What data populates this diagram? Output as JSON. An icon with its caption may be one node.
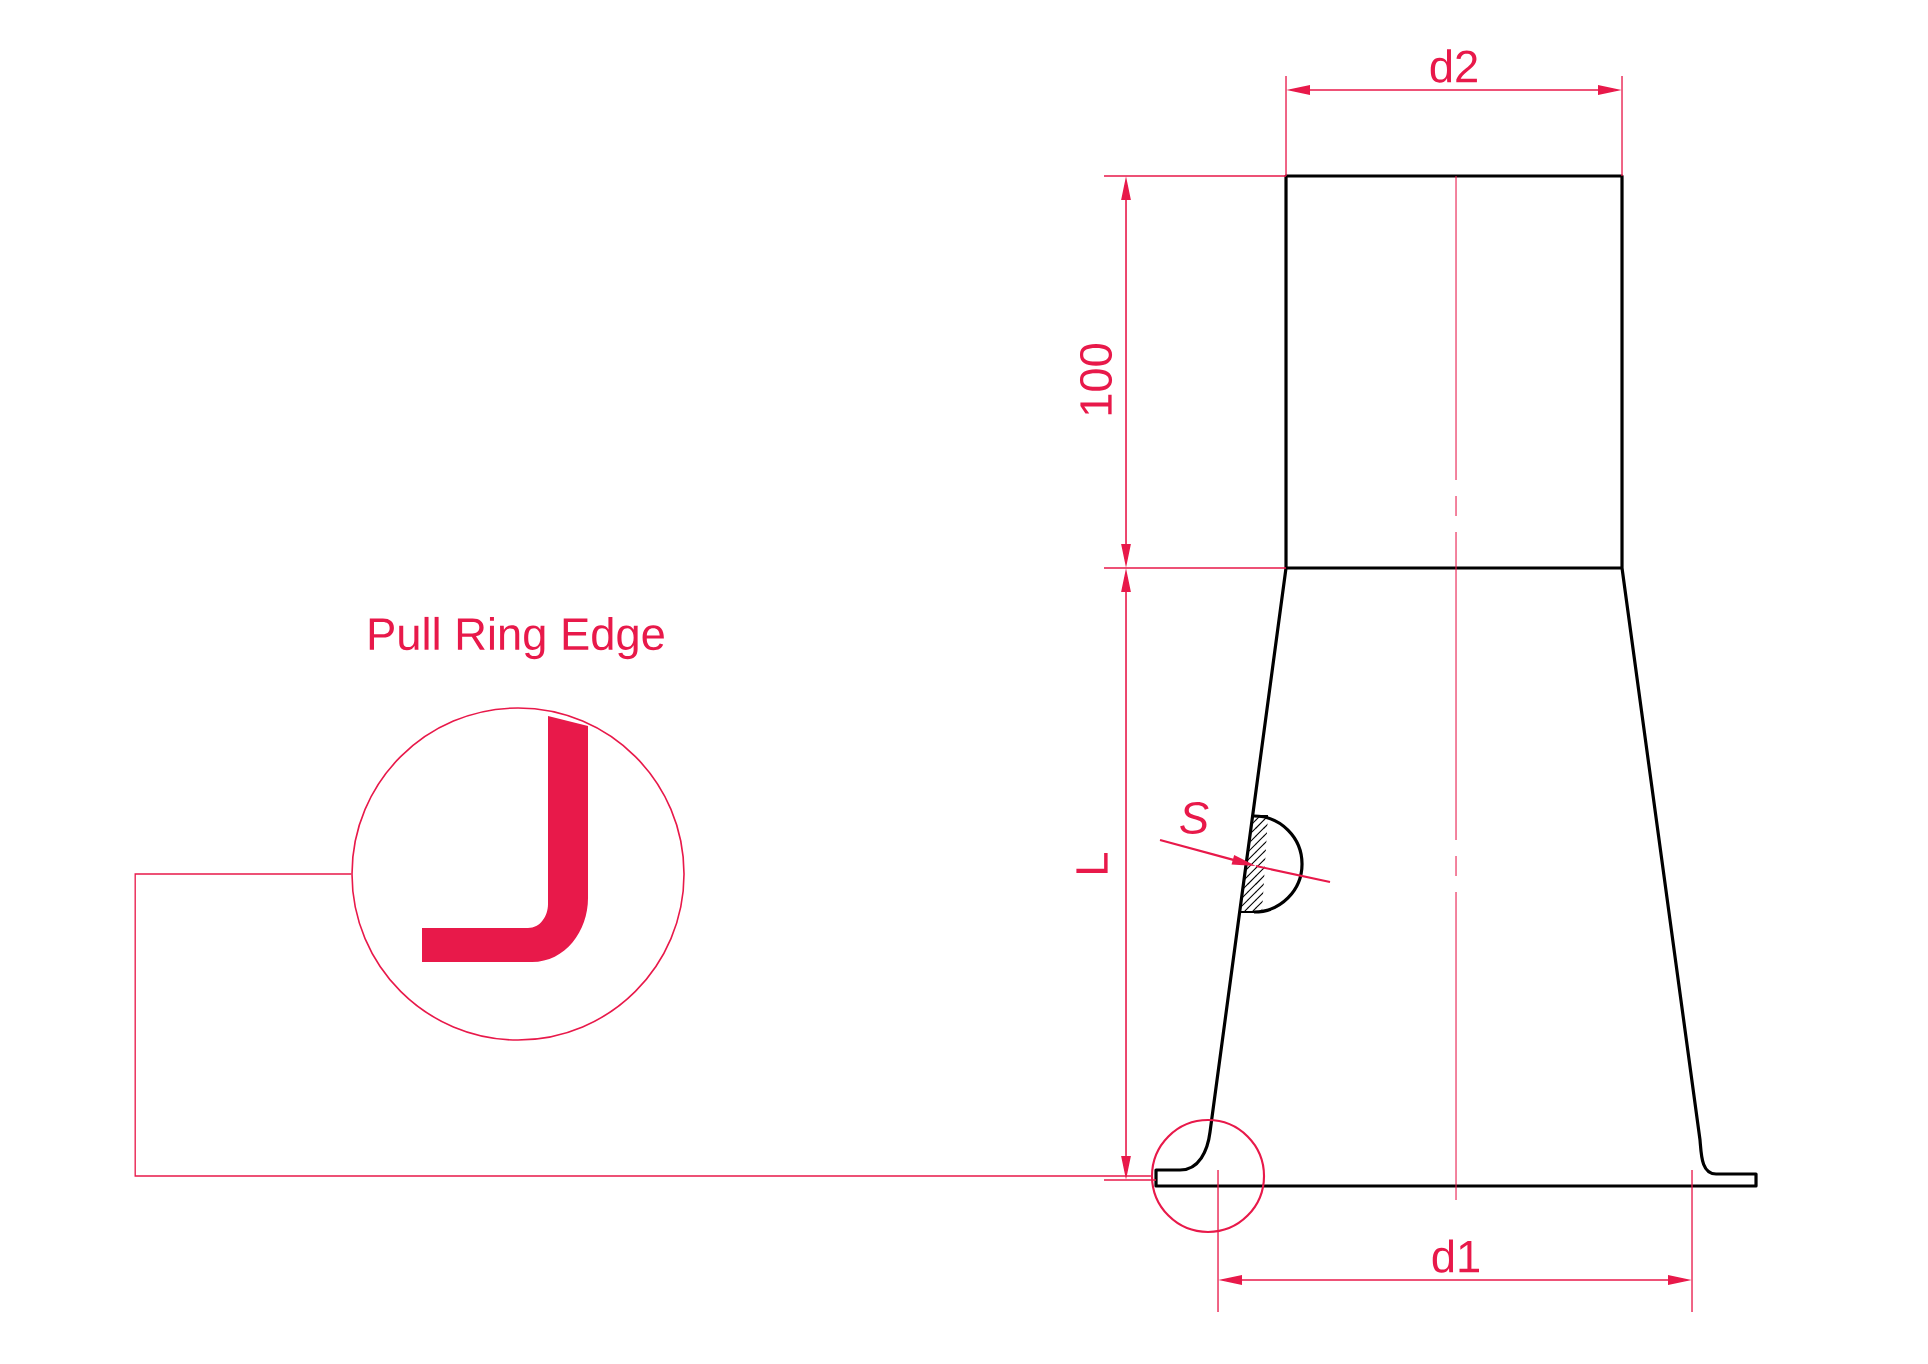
{
  "diagram": {
    "nodes": [
      {
        "text": [
          "Pull Ring Edge"
        ]
      },
      {
        "text": [],
        "shape": "circle"
      }
    ],
    "edges": [
      {
        "from": 0,
        "to": 1,
        "arrow": "none"
      }
    ],
    "labels": [
      "d2",
      "100",
      "L",
      "S",
      "d1"
    ]
  }
}
